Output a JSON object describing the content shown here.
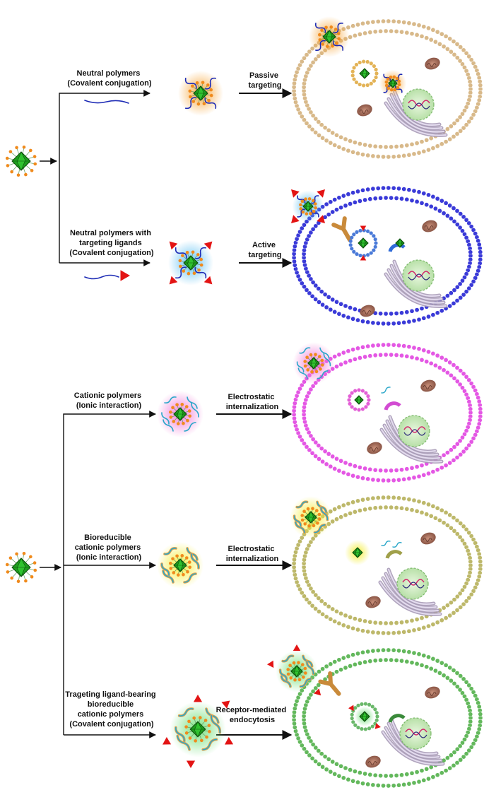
{
  "labels": {
    "neutral": [
      "Neutral polymers",
      "(Covalent conjugation)"
    ],
    "passive": [
      "Passive",
      "targeting"
    ],
    "neutral_ligand": [
      "Neutral polymers with",
      "targeting ligands",
      "(Covalent conjugation)"
    ],
    "active": [
      "Active",
      "targeting"
    ],
    "cationic": [
      "Cationic polymers",
      "(Ionic interaction)"
    ],
    "electro1": [
      "Electrostatic",
      "internalization"
    ],
    "bioreducible": [
      "Bioreducible",
      "cationic polymers",
      "(Ionic interaction)"
    ],
    "electro2": [
      "Electrostatic",
      "internalization"
    ],
    "ligand_bioreducible": [
      "Trageting ligand-bearing",
      "bioreducible",
      "cationic polymers",
      "(Covalent conjugation)"
    ],
    "receptor": [
      "Receptor-mediated",
      "endocytosis"
    ]
  },
  "colors": {
    "nanoparticle": "#1e9e1e",
    "nanoparticle_dark": "#0a4d0a",
    "ligand_dot": "#f08a1c",
    "ligand_triangle": "#e31414",
    "polymer_neutral": "#1d2bb5",
    "polymer_cationic": "#2aa7c9",
    "polymer_shell_orange": "#e8a24a",
    "receptor": "#c98a3a",
    "cell_tan": "#d8b98a",
    "cell_blue": "#3a3ad8",
    "cell_pink": "#e457e4",
    "cell_olive": "#bdb86a",
    "cell_green": "#63b85c",
    "glow_orange": "#f7a63a",
    "glow_blue": "#5ec0f2",
    "glow_pink": "#f07ad8",
    "glow_yellow": "#f4ee3a",
    "glow_green": "#72e07a"
  }
}
